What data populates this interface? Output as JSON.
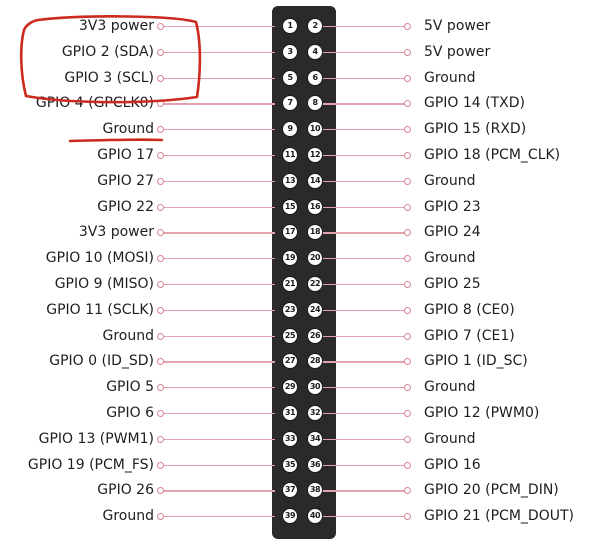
{
  "pinout": {
    "rows": [
      {
        "left": "3V3 power",
        "odd": "1",
        "even": "2",
        "right": "5V power"
      },
      {
        "left": "GPIO 2 (SDA)",
        "odd": "3",
        "even": "4",
        "right": "5V power"
      },
      {
        "left": "GPIO 3 (SCL)",
        "odd": "5",
        "even": "6",
        "right": "Ground"
      },
      {
        "left": "GPIO 4 (GPCLK0)",
        "odd": "7",
        "even": "8",
        "right": "GPIO 14 (TXD)"
      },
      {
        "left": "Ground",
        "odd": "9",
        "even": "10",
        "right": "GPIO 15 (RXD)"
      },
      {
        "left": "GPIO 17",
        "odd": "11",
        "even": "12",
        "right": "GPIO 18 (PCM_CLK)"
      },
      {
        "left": "GPIO 27",
        "odd": "13",
        "even": "14",
        "right": "Ground"
      },
      {
        "left": "GPIO 22",
        "odd": "15",
        "even": "16",
        "right": "GPIO 23"
      },
      {
        "left": "3V3 power",
        "odd": "17",
        "even": "18",
        "right": "GPIO 24"
      },
      {
        "left": "GPIO 10 (MOSI)",
        "odd": "19",
        "even": "20",
        "right": "Ground"
      },
      {
        "left": "GPIO 9 (MISO)",
        "odd": "21",
        "even": "22",
        "right": "GPIO 25"
      },
      {
        "left": "GPIO 11 (SCLK)",
        "odd": "23",
        "even": "24",
        "right": "GPIO 8 (CE0)"
      },
      {
        "left": "Ground",
        "odd": "25",
        "even": "26",
        "right": "GPIO 7 (CE1)"
      },
      {
        "left": "GPIO 0 (ID_SD)",
        "odd": "27",
        "even": "28",
        "right": "GPIO 1 (ID_SC)"
      },
      {
        "left": "GPIO 5",
        "odd": "29",
        "even": "30",
        "right": "Ground"
      },
      {
        "left": "GPIO 6",
        "odd": "31",
        "even": "32",
        "right": "GPIO 12 (PWM0)"
      },
      {
        "left": "GPIO 13 (PWM1)",
        "odd": "33",
        "even": "34",
        "right": "Ground"
      },
      {
        "left": "GPIO 19 (PCM_FS)",
        "odd": "35",
        "even": "36",
        "right": "GPIO 16"
      },
      {
        "left": "GPIO 26",
        "odd": "37",
        "even": "38",
        "right": "GPIO 20 (PCM_DIN)"
      },
      {
        "left": "Ground",
        "odd": "39",
        "even": "40",
        "right": "GPIO 21 (PCM_DOUT)"
      }
    ]
  },
  "colors": {
    "header_body": "#2a2a2a",
    "connector_line": "#e3a2ae",
    "annotation": "#cc2a1e"
  }
}
